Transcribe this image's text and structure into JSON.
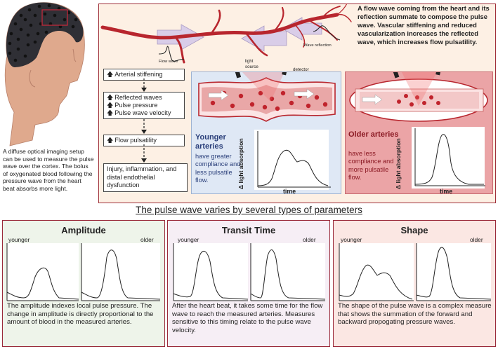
{
  "head": {
    "caption": "A diffuse optical imaging setup can be used to measure the pulse wave over the cortex. The bolus of oxygenated blood following the pressure wave from the heart beat absorbs more light."
  },
  "top": {
    "flow_wave_label": "Flow wave",
    "wave_reflection_label": "Wave reflection",
    "summary": "A flow wave coming from the heart and its reflection summate to compose the pulse wave. Vascular stiffening and reduced vascularization increases the reflected wave, which increases flow pulsatility.",
    "flow": {
      "box1": "Arterial stiffening",
      "box2_lines": [
        "Reflected waves",
        "Pulse pressure",
        "Pulse wave velocity"
      ],
      "box3": "Flow pulsatility",
      "box4": "Injury, inflammation, and distal endothelial dysfunction"
    },
    "light_source_label": "light source",
    "detector_label": "detector",
    "younger": {
      "title": "Younger arteries",
      "desc": "have greater compliance and less pulsatile flow.",
      "ylabel": "Δ light absorption",
      "xlabel": "time"
    },
    "older": {
      "title": "Older arteries",
      "desc": "have less compliance and more pulsatile flow.",
      "ylabel": "Δ light absorption",
      "xlabel": "time"
    }
  },
  "section_title": "The pulse wave varies by several types of parameters",
  "panels": {
    "amplitude": {
      "title": "Amplitude",
      "younger": "younger",
      "older": "older",
      "desc": "The amplitude indexes local pulse pressure. The change in amplitude is directly proportional to the amount of blood in the measured arteries."
    },
    "transit": {
      "title": "Transit Time",
      "younger": "younger",
      "older": "older",
      "desc": "After the heart beat, it takes some time for the flow wave to reach the measured arteries. Measures sensitive to this timing relate to the pulse wave velocity."
    },
    "shape": {
      "title": "Shape",
      "younger": "younger",
      "older": "older",
      "desc": "The shape of the pulse wave is a complex measure that shows the summation of the forward and backward propogating pressure waves."
    }
  },
  "colors": {
    "panel_border": "#a0303a",
    "top_bg": "#fdf0e4",
    "younger_bg": "#dfe8f5",
    "older_bg": "#eba4a6",
    "amplitude_bg": "#eef4ea",
    "transit_bg": "#f6eef5",
    "shape_bg": "#fbe7e3",
    "artery": "#b8262e",
    "younger_title": "#2a3f7a",
    "older_title": "#8a1822"
  }
}
